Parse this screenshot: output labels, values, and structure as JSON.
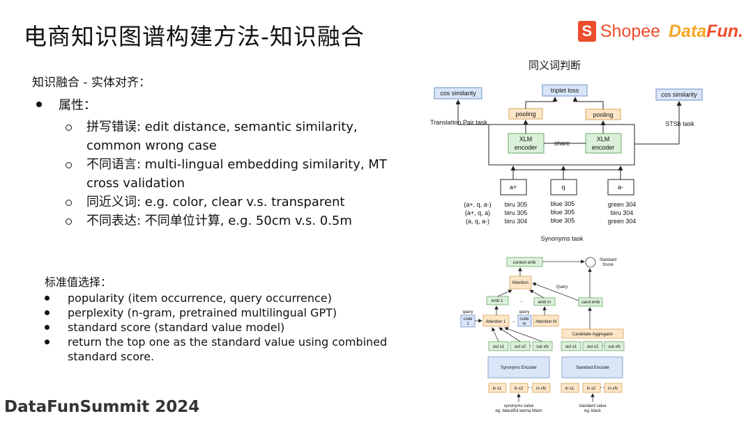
{
  "title": "电商知识图谱构建方法-知识融合",
  "logos": {
    "shopee_text": "Shopee",
    "datafun_a": "Data",
    "datafun_b": "Fun."
  },
  "left": {
    "heading": "知识融合 - 实体对齐：",
    "bullet": "属性：",
    "items": [
      "拼写错误: edit distance, semantic similarity, common wrong case",
      "不同语言: multi-lingual embedding similarity, MT cross validation",
      "同近义词: e.g. color, clear v.s. transparent",
      "不同表达: 不同单位计算, e.g. 50cm v.s. 0.5m"
    ]
  },
  "standard": {
    "heading": "标准值选择：",
    "items": [
      "popularity (item occurrence, query occurrence)",
      "perplexity (n-gram, pretrained multilingual GPT)",
      "standard score (standard value model)",
      "return the top one as the standard value using combined standard score."
    ]
  },
  "footer": "DataFunSummit 2024",
  "diagram1": {
    "title": "同义词判断",
    "cos_left": "cos similarity",
    "cos_right": "cos similarity",
    "triplet": "triplet loss",
    "pooling": "pooling",
    "xlm1": "XLM",
    "xlm2": "encoder",
    "share": "share",
    "trans_task": "Translation Pair task",
    "stsb_task": "STSb task",
    "in_a_plus": "a+",
    "in_q": "q",
    "in_a_minus": "a-",
    "col1": [
      "(a+, q, a-)",
      "(a+, q, a)",
      "(a,  q, a-)"
    ],
    "col2": [
      "biru 305",
      "biru 305",
      "biru 304"
    ],
    "col3": [
      "blue 305",
      "blue 305",
      "blue 305"
    ],
    "col4": [
      "green 304",
      "biru 304",
      "green 304"
    ],
    "syn_task": "Synonyms task"
  },
  "diagram2": {
    "context_emb": "context emb",
    "standard_score_1": "Standard",
    "standard_score_2": "Score",
    "attention": "Attention",
    "query": "Query",
    "emb1": "emb 1",
    "dots": "...",
    "embm": "emb m",
    "cand_emb": "cand emb",
    "query_l": "query",
    "code1a": "code",
    "code1b": "1",
    "codema": "code",
    "codemb": "m",
    "attention1": "Attention 1",
    "attentionM": "Attention M",
    "cand_agg": "Candidate Aggregator",
    "out1": "out x1",
    "out2": "out x2",
    "outN": "out xN",
    "syn_enc": "Synonyms Encoder",
    "std_enc": "Standard Encoder",
    "in1": "in x1",
    "in2": "in x2",
    "inN": "in xN",
    "syn_val_1": "synonyms value",
    "syn_val_2": "eg: beautiful warna hitam",
    "std_val_1": "standard value",
    "std_val_2": "eg: black"
  },
  "colors": {
    "blue_box": "#dae6f8",
    "green_box": "#dbf0d8",
    "orange_box": "#fde6c8",
    "shopee": "#ee4d2d",
    "datafun": "#f5a623"
  }
}
